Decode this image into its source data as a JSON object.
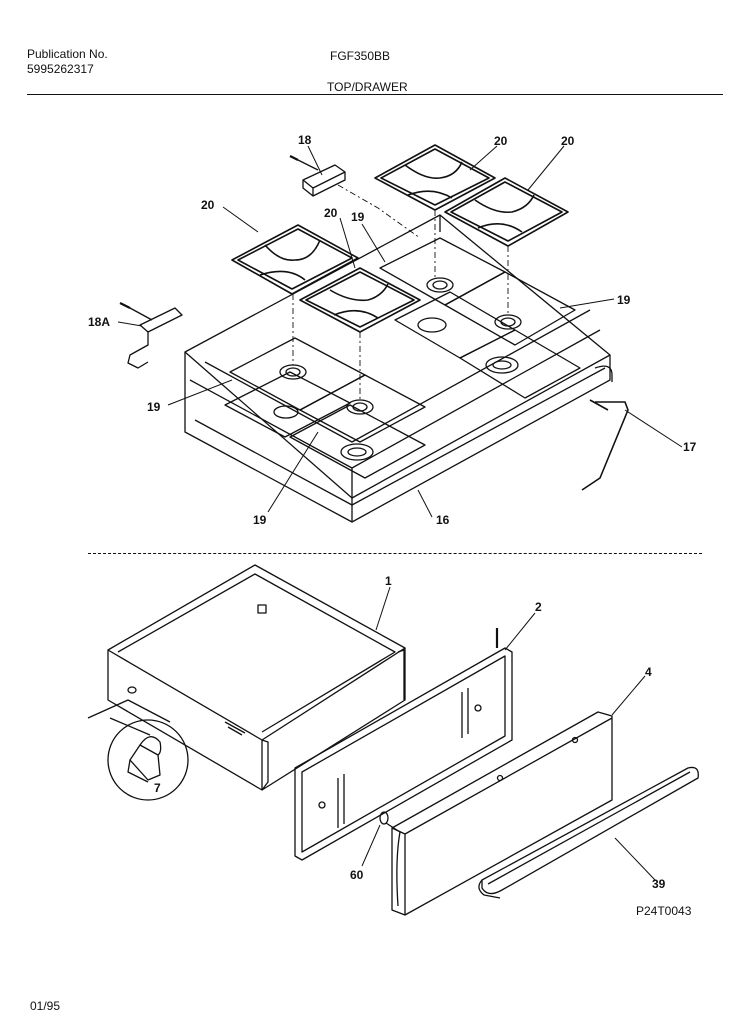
{
  "header": {
    "publication_label": "Publication No.",
    "publication_number": "5995262317",
    "model": "FGF350BB",
    "section": "TOP/DRAWER"
  },
  "callouts": {
    "c18": "18",
    "c18a": "18A",
    "c20a": "20",
    "c20b": "20",
    "c20c": "20",
    "c20d": "20",
    "c19a": "19",
    "c19b": "19",
    "c19c": "19",
    "c19d": "19",
    "c16": "16",
    "c17": "17",
    "c1": "1",
    "c2": "2",
    "c4": "4",
    "c7": "7",
    "c60": "60",
    "c39": "39"
  },
  "footer": {
    "drawing_id": "P24T0043",
    "date": "01/95"
  }
}
